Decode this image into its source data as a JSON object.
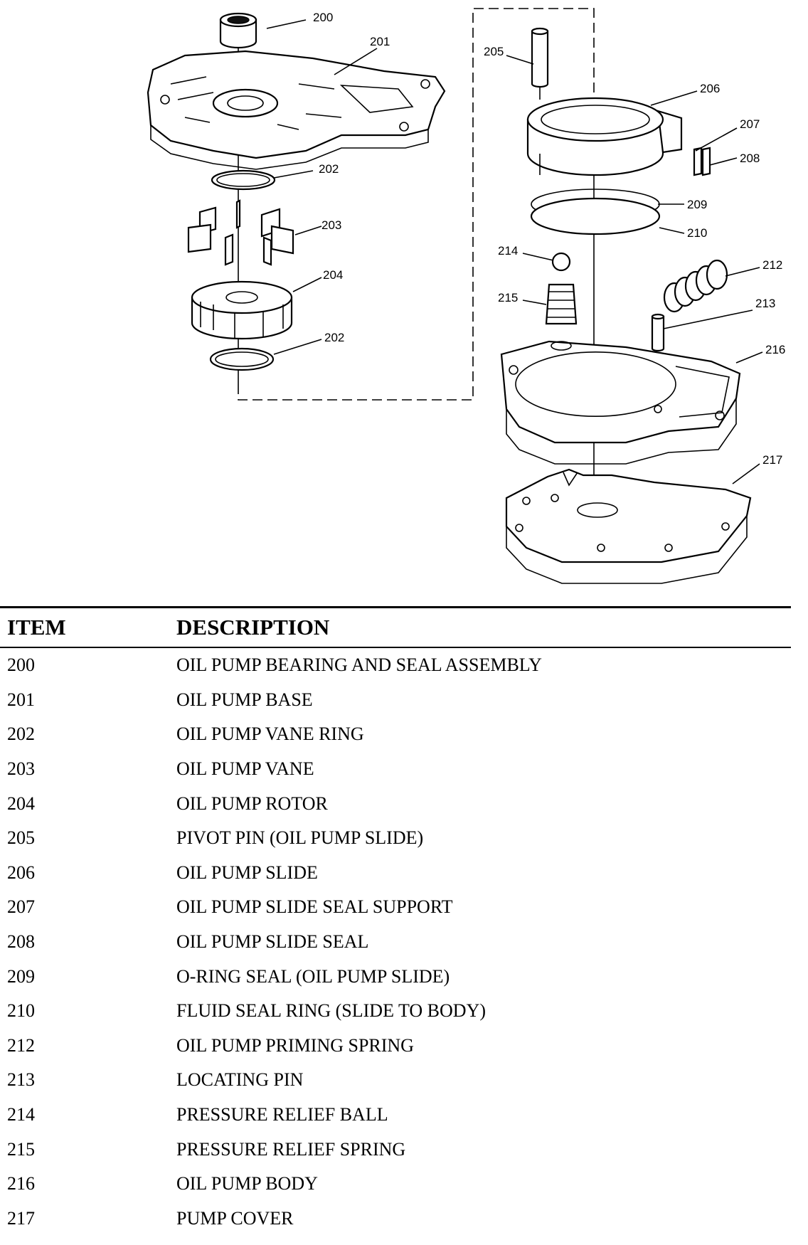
{
  "callouts": [
    "200",
    "201",
    "202",
    "203",
    "204",
    "202",
    "205",
    "206",
    "207",
    "208",
    "209",
    "210",
    "214",
    "212",
    "215",
    "213",
    "216",
    "217"
  ],
  "table": {
    "headers": {
      "item": "ITEM",
      "description": "DESCRIPTION"
    },
    "rows": [
      {
        "item": "200",
        "description": "OIL PUMP BEARING AND SEAL ASSEMBLY"
      },
      {
        "item": "201",
        "description": "OIL PUMP BASE"
      },
      {
        "item": "202",
        "description": "OIL PUMP VANE RING"
      },
      {
        "item": "203",
        "description": "OIL PUMP VANE"
      },
      {
        "item": "204",
        "description": "OIL PUMP ROTOR"
      },
      {
        "item": "205",
        "description": "PIVOT PIN (OIL PUMP SLIDE)"
      },
      {
        "item": "206",
        "description": "OIL PUMP SLIDE"
      },
      {
        "item": "207",
        "description": "OIL PUMP SLIDE SEAL SUPPORT"
      },
      {
        "item": "208",
        "description": "OIL PUMP SLIDE SEAL"
      },
      {
        "item": "209",
        "description": "O-RING SEAL (OIL PUMP SLIDE)"
      },
      {
        "item": "210",
        "description": "FLUID SEAL RING (SLIDE TO BODY)"
      },
      {
        "item": "212",
        "description": "OIL PUMP PRIMING SPRING"
      },
      {
        "item": "213",
        "description": "LOCATING PIN"
      },
      {
        "item": "214",
        "description": "PRESSURE RELIEF BALL"
      },
      {
        "item": "215",
        "description": "PRESSURE RELIEF SPRING"
      },
      {
        "item": "216",
        "description": "OIL PUMP BODY"
      },
      {
        "item": "217",
        "description": "PUMP COVER"
      }
    ]
  }
}
